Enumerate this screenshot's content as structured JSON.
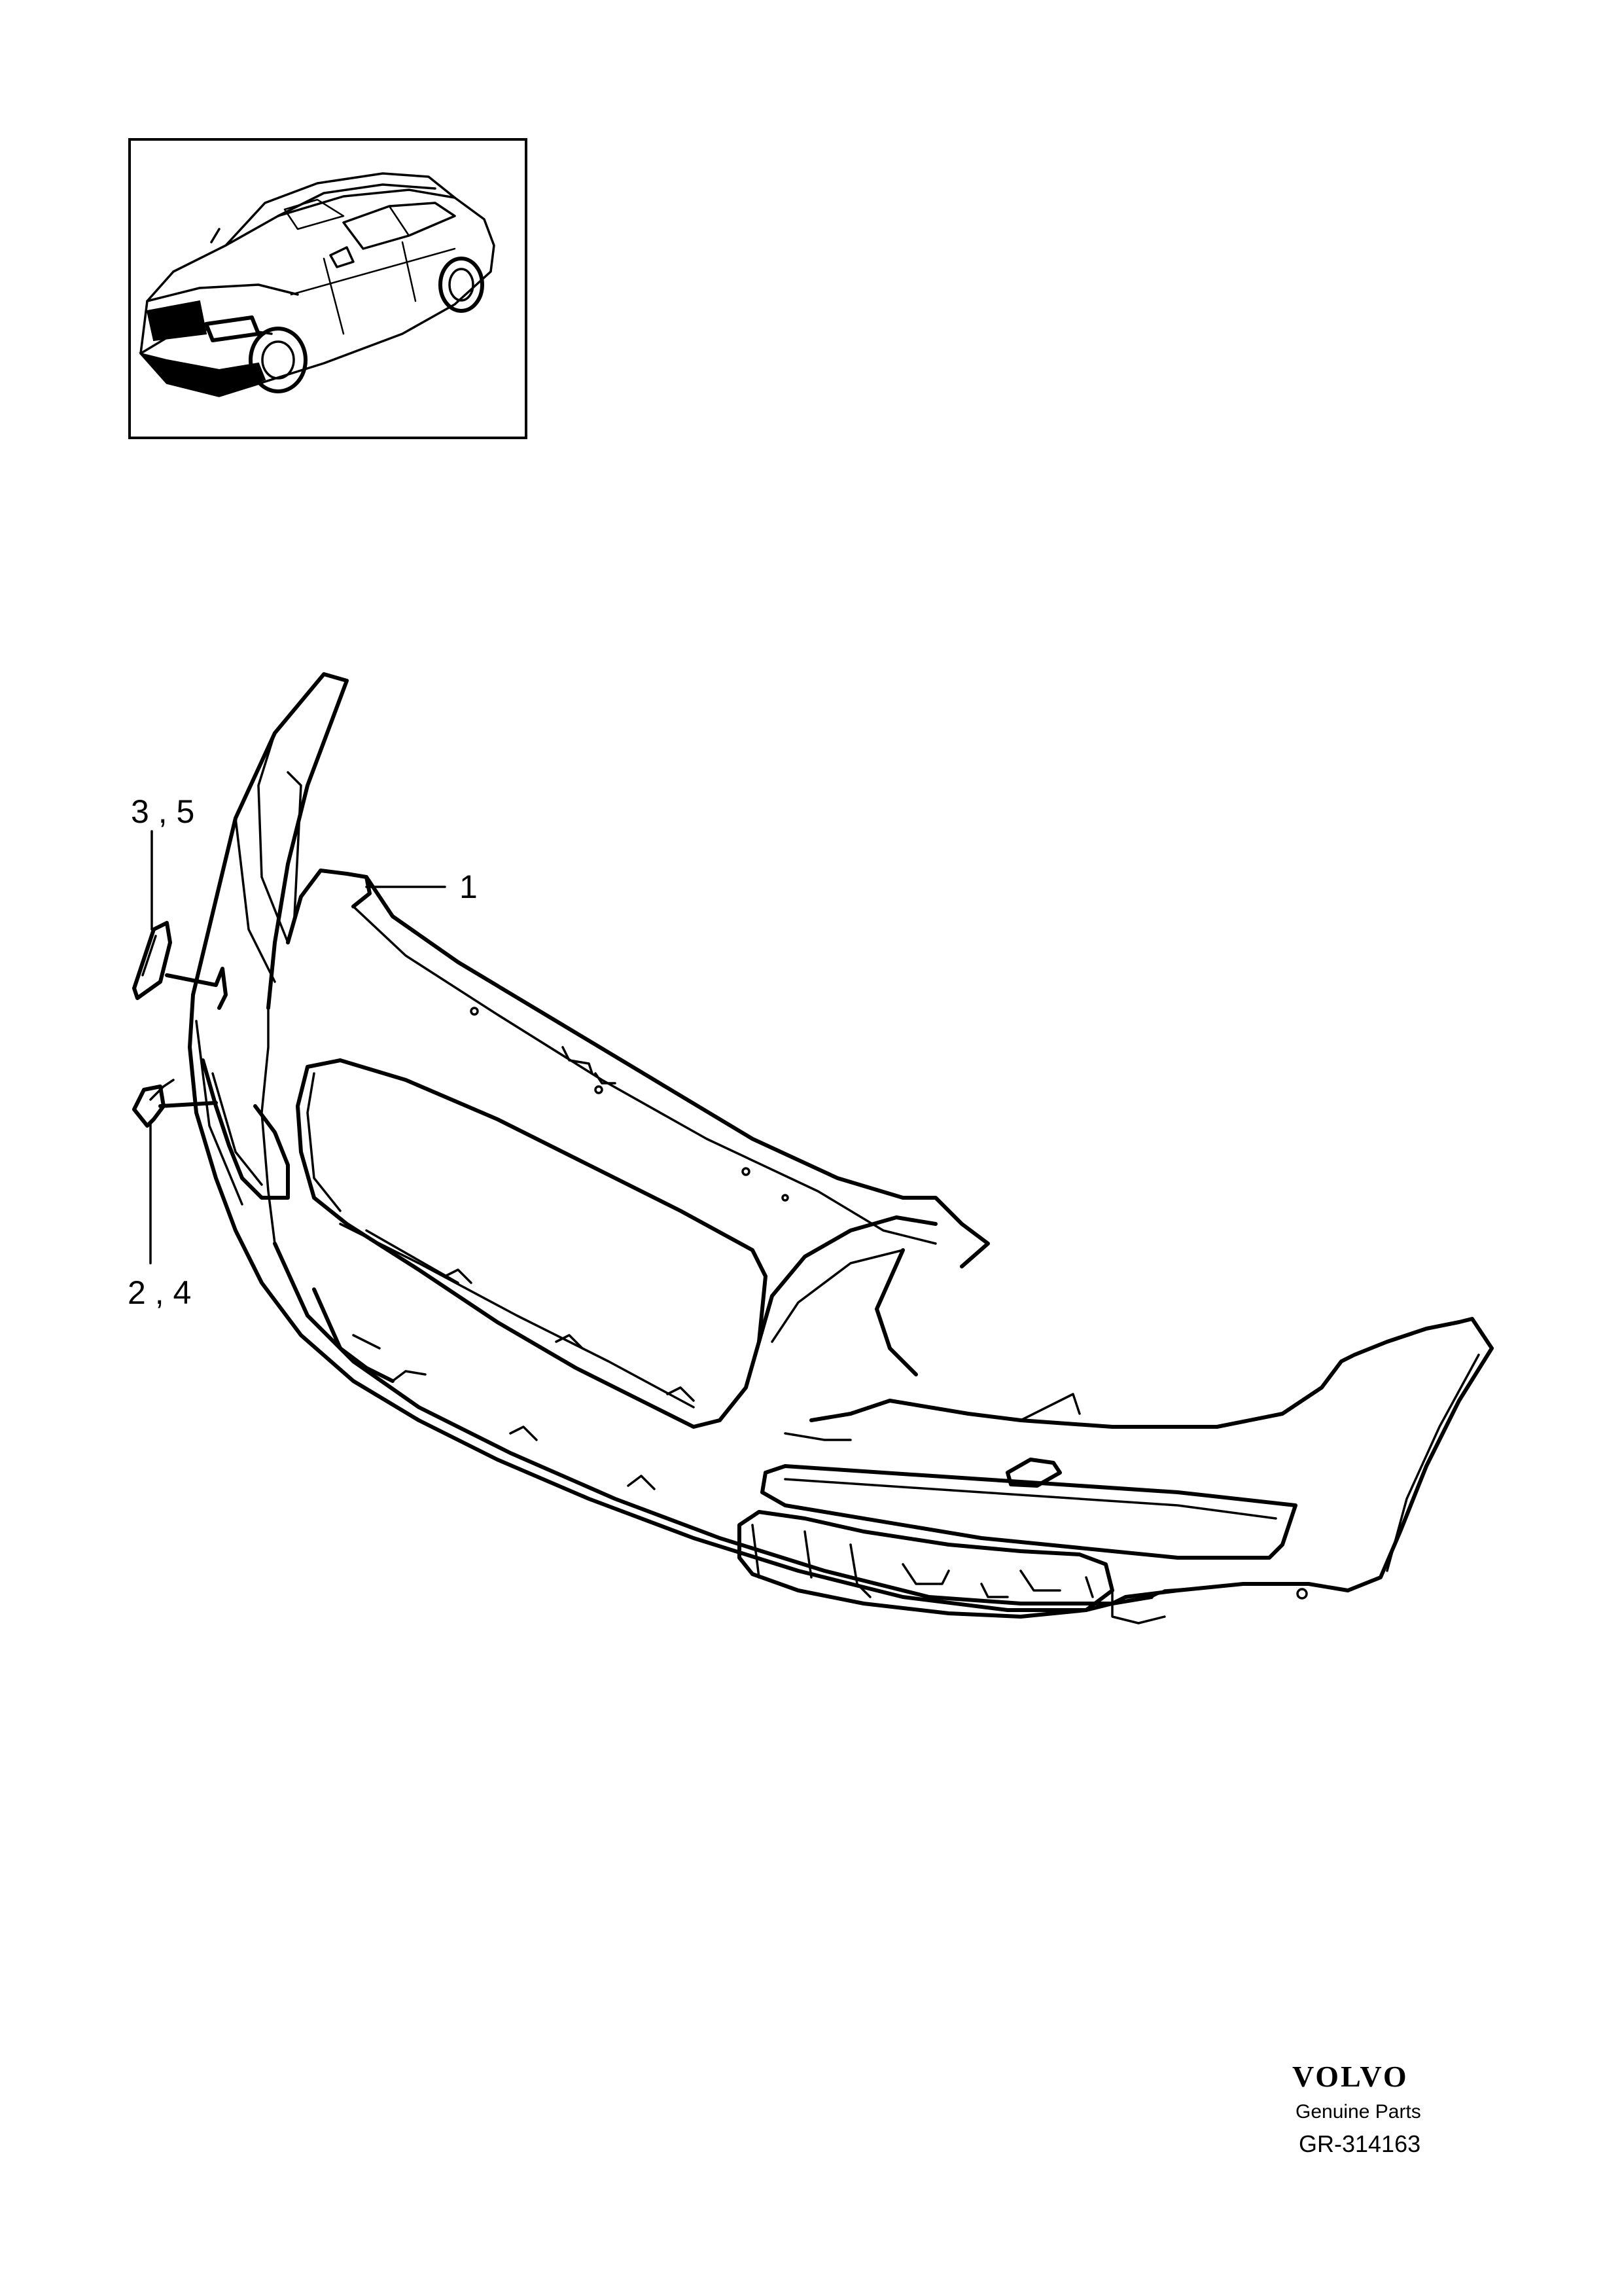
{
  "callouts": {
    "part_1": "1",
    "part_3_5": "3 , 5",
    "part_2_4": "2 , 4"
  },
  "footer": {
    "brand": "VOLVO",
    "subtitle": "Genuine Parts",
    "code": "GR-314163"
  },
  "colors": {
    "line": "#000000",
    "background": "#ffffff"
  }
}
